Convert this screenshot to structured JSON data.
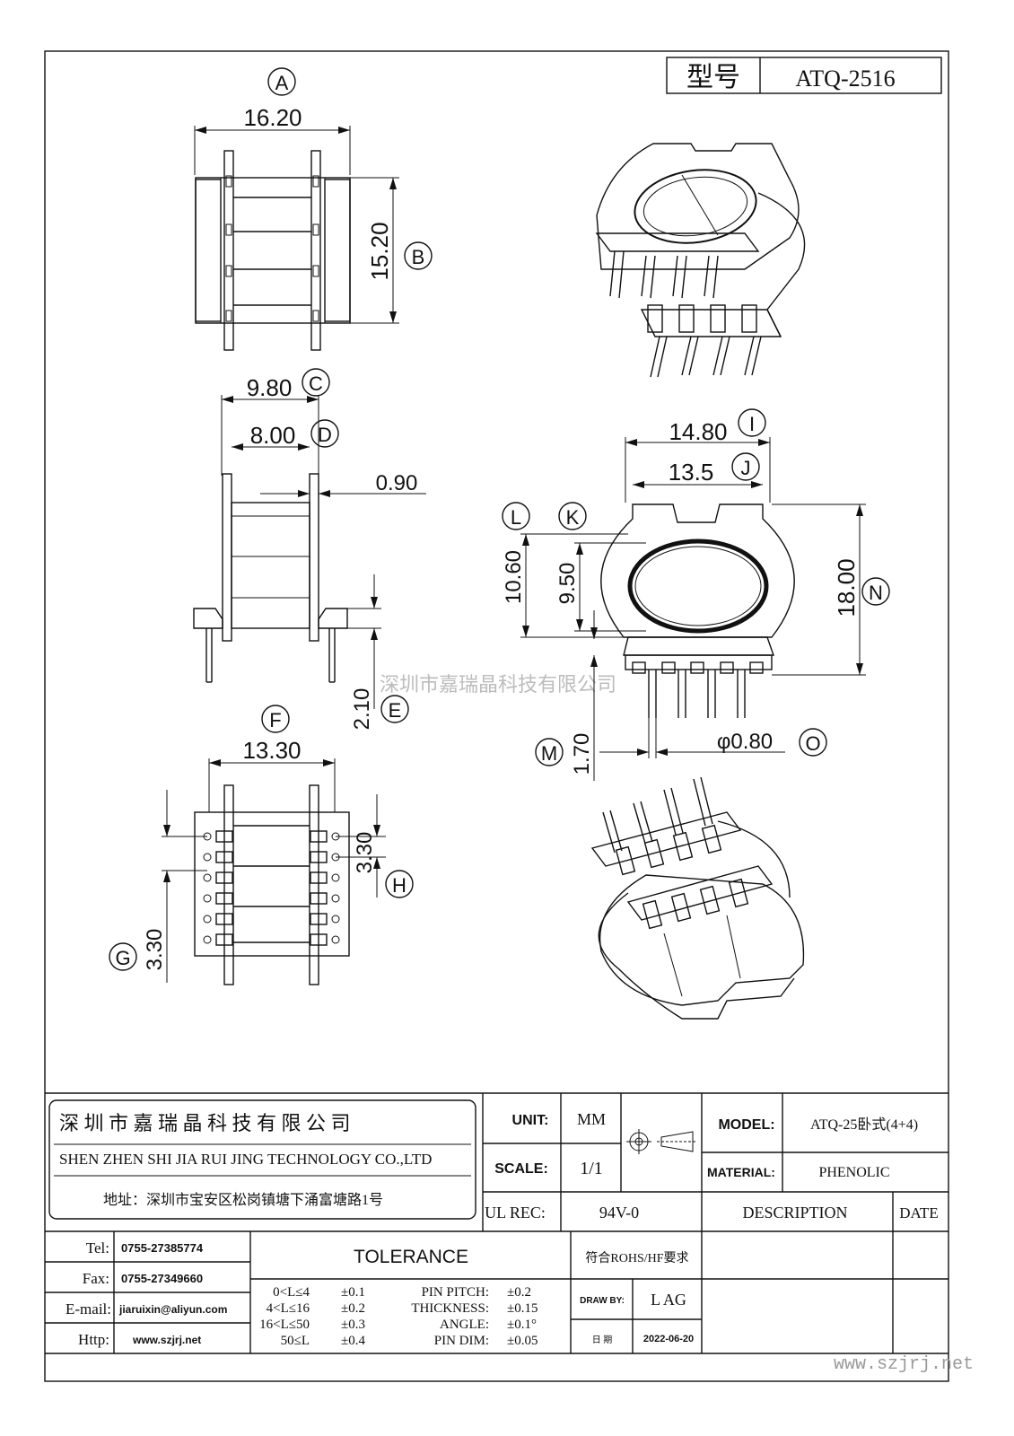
{
  "title_box": {
    "label": "型号",
    "model": "ATQ-2516"
  },
  "view_a": {
    "marker": "A",
    "marker_b": "B",
    "width": "16.20",
    "height": "15.20"
  },
  "view_c": {
    "marker_c": "C",
    "marker_d": "D",
    "marker_e": "E",
    "dim_c": "9.80",
    "dim_d": "8.00",
    "dim_thk": "0.90",
    "dim_e": "2.10"
  },
  "view_f": {
    "marker_f": "F",
    "marker_g": "G",
    "marker_h": "H",
    "dim_f": "13.30",
    "dim_h": "3.30",
    "dim_g": "3.30"
  },
  "view_front": {
    "marker_i": "I",
    "marker_j": "J",
    "marker_k": "K",
    "marker_l": "L",
    "marker_m": "M",
    "marker_n": "N",
    "marker_o": "O",
    "dim_i": "14.80",
    "dim_j": "13.5",
    "dim_l": "10.60",
    "dim_k": "9.50",
    "dim_n": "18.00",
    "dim_m": "1.70",
    "dim_o": "φ0.80"
  },
  "watermark": "深圳市嘉瑞晶科技有限公司",
  "company": {
    "name_cn": "深 圳 市 嘉 瑞 晶 科 技 有 限 公 司",
    "name_en": "SHEN ZHEN SHI   JIA RUI JING   TECHNOLOGY CO.,LTD",
    "address": "地址：深圳市宝安区松岗镇塘下涌富塘路1号"
  },
  "spec": {
    "unit_label": "UNIT:",
    "unit_value": "MM",
    "scale_label": "SCALE:",
    "scale_value": "1/1",
    "ul_label": "UL REC:",
    "ul_value": "94V-0",
    "model_label": "MODEL:",
    "model_value": "ATQ-25卧式(4+4)",
    "material_label": "MATERIAL:",
    "material_value": "PHENOLIC",
    "description_label": "DESCRIPTION",
    "date_label": "DATE"
  },
  "contact": {
    "tel_label": "Tel:",
    "tel": "0755-27385774",
    "fax_label": "Fax:",
    "fax": "0755-27349660",
    "email_label": "E-mail:",
    "email": "jiaruixin@aliyun.com",
    "http_label": "Http:",
    "http": "www.szjrj.net"
  },
  "tolerance": {
    "title": "TOLERANCE",
    "ranges": [
      {
        "range": "0<L≤4",
        "tol": "±0.1"
      },
      {
        "range": "4<L≤16",
        "tol": "±0.2"
      },
      {
        "range": "16<L≤50",
        "tol": "±0.3"
      },
      {
        "range": "50≤L",
        "tol": "±0.4"
      }
    ],
    "items": [
      {
        "name": "PIN PITCH:",
        "tol": "±0.2"
      },
      {
        "name": "THICKNESS:",
        "tol": "±0.15"
      },
      {
        "name": "ANGLE:",
        "tol": "±0.1°"
      },
      {
        "name": "PIN DIM:",
        "tol": "±0.05"
      }
    ]
  },
  "approval": {
    "rohs": "符合ROHS/HF要求",
    "draw_by_label": "DRAW BY:",
    "draw_by": "L AG",
    "date_label": "日 期",
    "date": "2022-06-20"
  },
  "footer_url": "www.szjrj.net"
}
